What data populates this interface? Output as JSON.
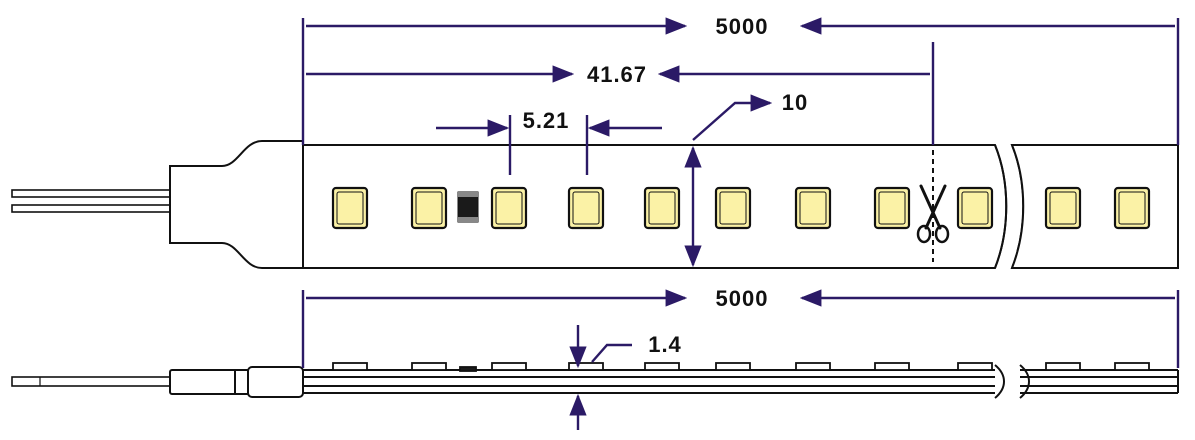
{
  "dimensions": {
    "total_length_top": "5000",
    "cut_segment": "41.67",
    "led_pitch": "5.21",
    "strip_width": "10",
    "total_length_side": "5000",
    "strip_thickness": "1.4"
  },
  "icons": {
    "cut_mark": "scissors-icon"
  },
  "colors": {
    "dimension_line": "#2b1a66",
    "outline": "#111111",
    "led_fill": "#fbf2a6",
    "resistor": "#1a1a1a"
  }
}
